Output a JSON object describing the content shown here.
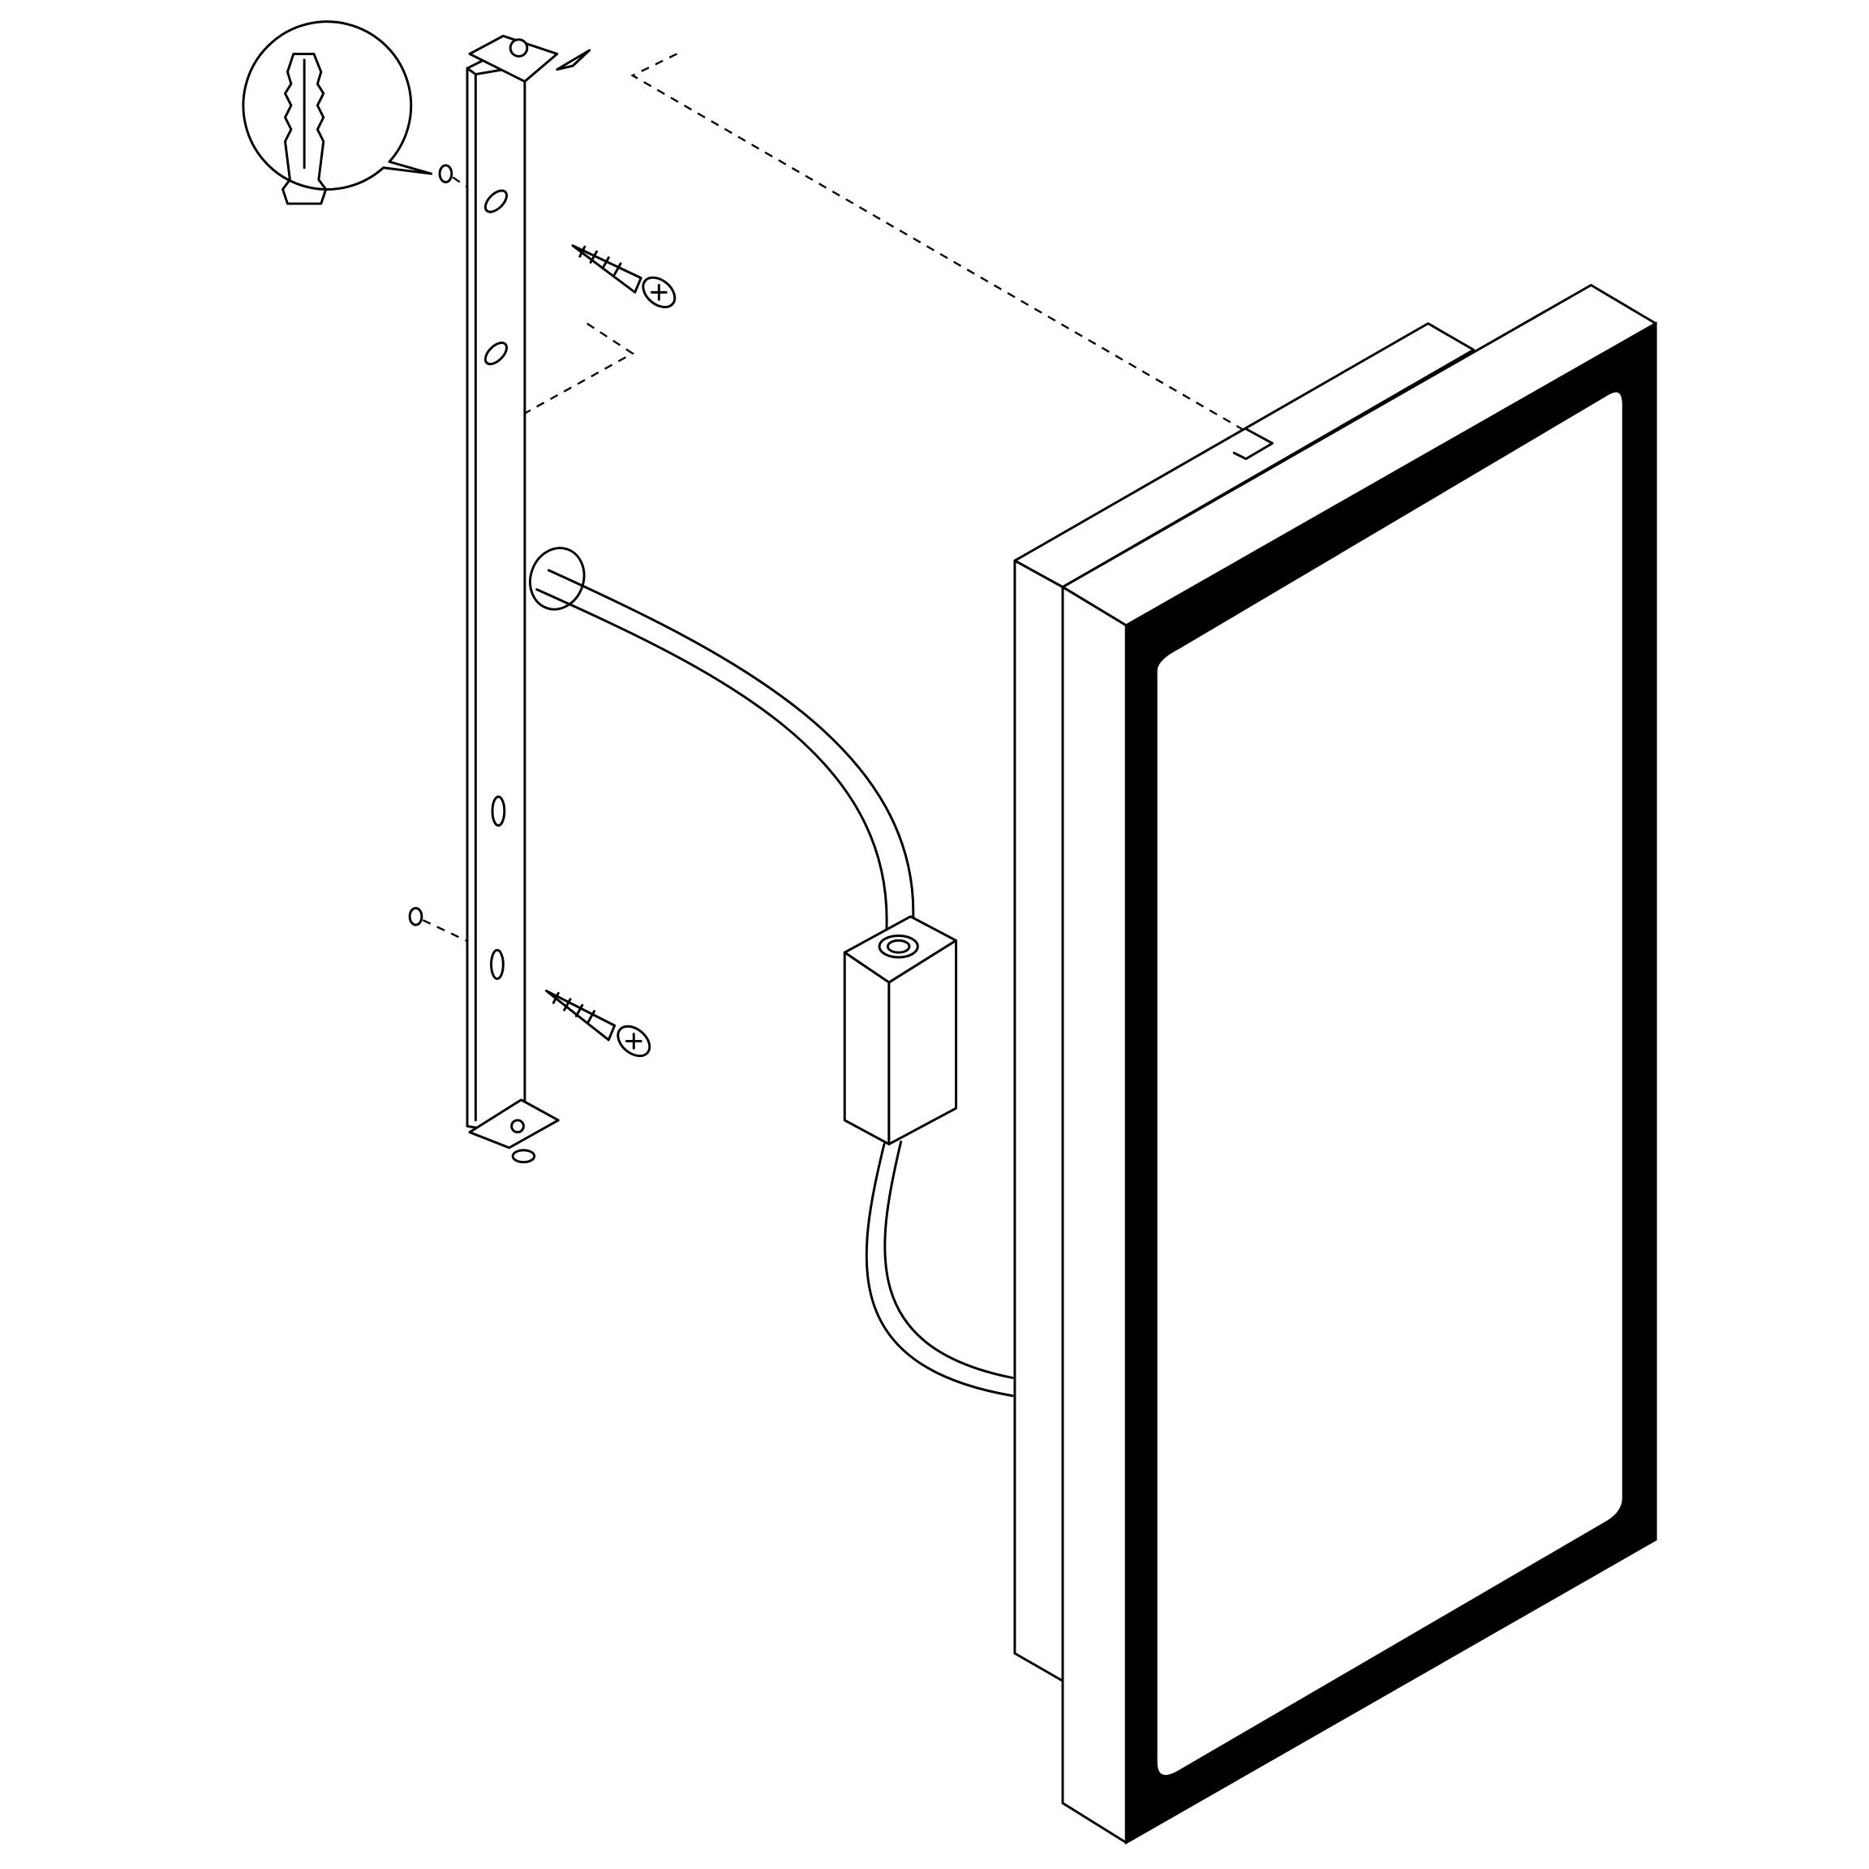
{
  "diagram": {
    "colors": {
      "line": "#000000",
      "background": "#ffffff",
      "mirror_border": "#000000"
    },
    "parts": [
      "wall-bracket",
      "wall-plug-detail",
      "screw",
      "screw",
      "junction-box",
      "cable",
      "mirror"
    ]
  }
}
